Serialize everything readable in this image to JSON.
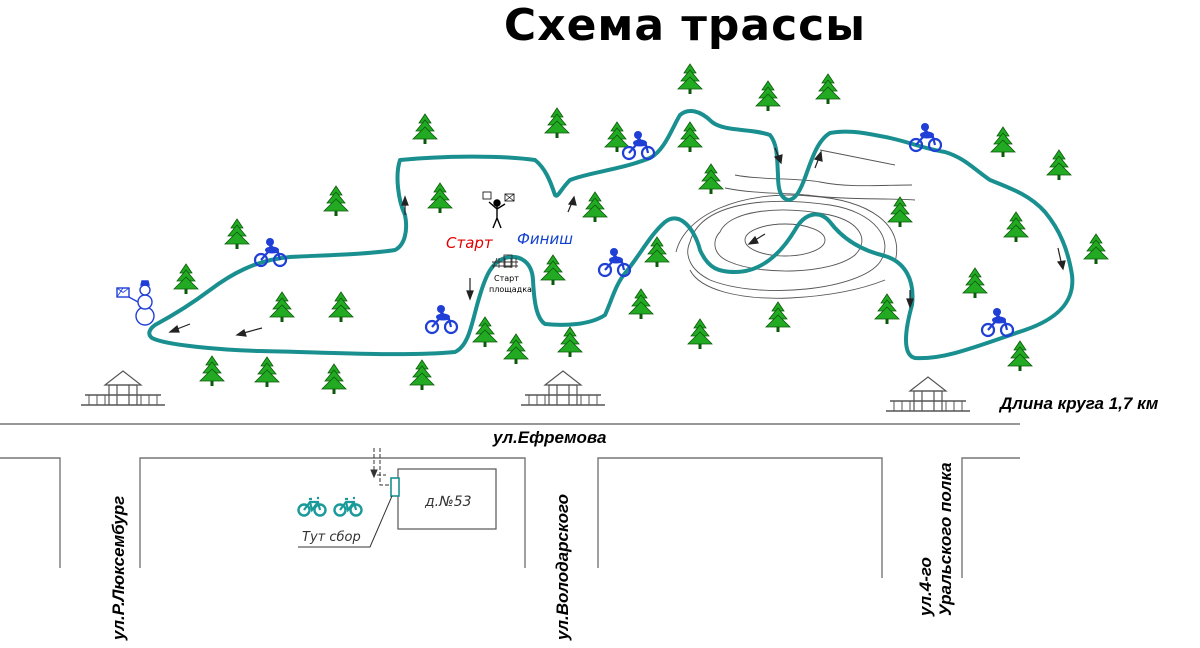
{
  "title": "Схема трассы",
  "lap_length": "Длина круга 1,7 км",
  "start_label": "Старт",
  "finish_label": "Финиш",
  "start_area_line1": "Старт",
  "start_area_line2": "площадка",
  "house_label": "д.№53",
  "gathering_label": "Тут сбор",
  "streets": {
    "efremova": "ул.Ефремова",
    "luxemburg": "ул.Р.Люксембург",
    "volodarskogo": "ул.Володарского",
    "uralskogo_line1": "ул.4-го",
    "uralskogo_line2": "Уральского полка"
  },
  "colors": {
    "track": "#1a8f8f",
    "tree": "#22aa22",
    "motorbike": "#1f3fd6",
    "bicycle": "#1a9a9a",
    "start_text": "#e00000",
    "finish_text": "#1040d0"
  },
  "icons": [
    "pine-tree-icon",
    "motorbike-icon",
    "bicycle-icon",
    "snowman-icon",
    "flagman-icon",
    "gazebo-icon",
    "direction-arrow-icon"
  ]
}
